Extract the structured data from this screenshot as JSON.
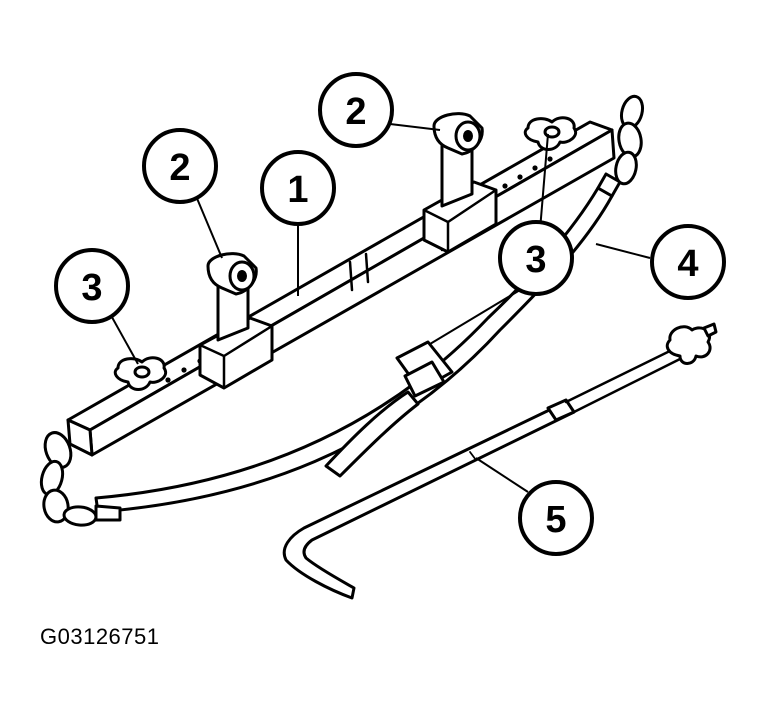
{
  "figure_id": "G03126751",
  "callouts": [
    {
      "id": "c1",
      "label": "1"
    },
    {
      "id": "c2a",
      "label": "2"
    },
    {
      "id": "c2b",
      "label": "2"
    },
    {
      "id": "c3a",
      "label": "3"
    },
    {
      "id": "c3b",
      "label": "3"
    },
    {
      "id": "c4",
      "label": "4"
    },
    {
      "id": "c5",
      "label": "5"
    }
  ]
}
